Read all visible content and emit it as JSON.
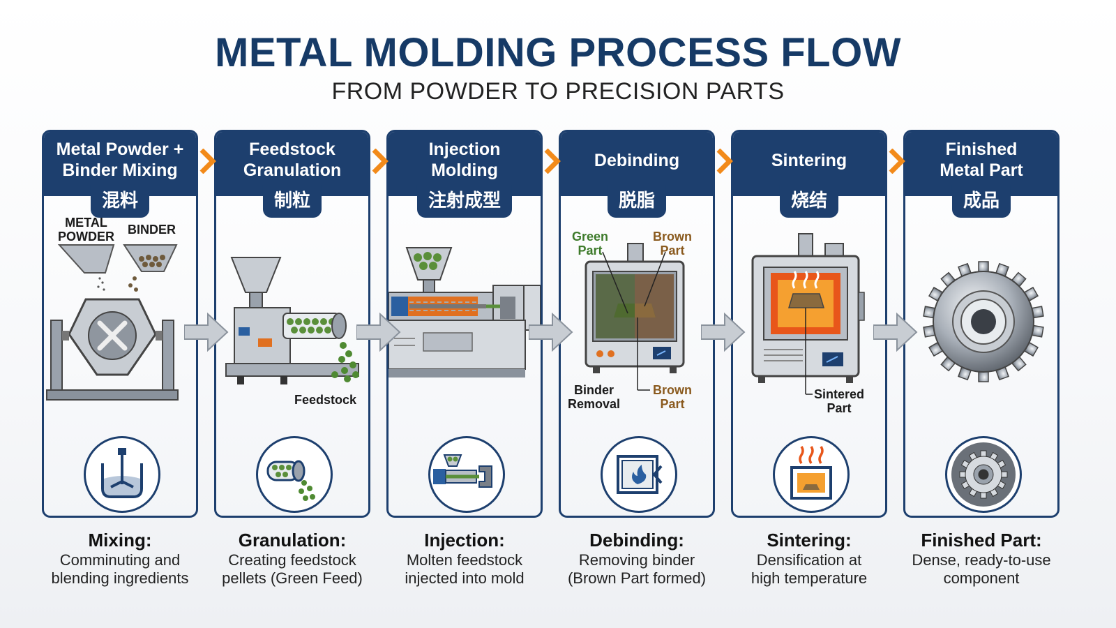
{
  "title": "METAL MOLDING PROCESS FLOW",
  "subtitle": "FROM POWDER TO PRECISION PARTS",
  "colors": {
    "navy": "#1d3f6e",
    "accent_orange": "#f28a1a",
    "feed_green": "#5a8f3a",
    "brown": "#8a5a1e"
  },
  "stages": [
    {
      "title_line1": "Metal Powder +",
      "title_line2": "Binder Mixing",
      "title_cn": "混料",
      "labels": {
        "metal_powder_1": "METAL",
        "metal_powder_2": "POWDER",
        "binder": "BINDER"
      },
      "icon": "mixer-tank-icon",
      "caption_title": "Mixing:",
      "caption_line1": "Comminuting and",
      "caption_line2": "blending ingredients"
    },
    {
      "title_line1": "Feedstock",
      "title_line2": "Granulation",
      "title_cn": "制粒",
      "labels": {
        "feedstock": "Feedstock"
      },
      "icon": "pellet-extruder-icon",
      "caption_title": "Granulation:",
      "caption_line1": "Creating feedstock",
      "caption_line2": "pellets (Green Feed)"
    },
    {
      "title_line1": "Injection",
      "title_line2": "Molding",
      "title_cn": "注射成型",
      "labels": {},
      "icon": "injection-mold-icon",
      "caption_title": "Injection:",
      "caption_line1": "Molten feedstock",
      "caption_line2": "injected into mold"
    },
    {
      "title_line1": "Debinding",
      "title_line2": "",
      "title_cn": "脱脂",
      "labels": {
        "green_1": "Green",
        "green_2": "Part",
        "brown_1": "Brown",
        "brown_2": "Part",
        "binder_1": "Binder",
        "binder_2": "Removal",
        "brown_b1": "Brown",
        "brown_b2": "Part"
      },
      "icon": "furnace-flame-icon",
      "caption_title": "Debinding:",
      "caption_line1": "Removing binder",
      "caption_line2": "(Brown Part formed)"
    },
    {
      "title_line1": "Sintering",
      "title_line2": "",
      "title_cn": "烧结",
      "labels": {
        "sintered_1": "Sintered",
        "sintered_2": "Part"
      },
      "icon": "sintering-oven-icon",
      "caption_title": "Sintering:",
      "caption_line1": "Densification at",
      "caption_line2": "high temperature"
    },
    {
      "title_line1": "Finished",
      "title_line2": "Metal Part",
      "title_cn": "成品",
      "labels": {},
      "icon": "gear-icon",
      "caption_title": "Finished Part:",
      "caption_line1": "Dense, ready-to-use",
      "caption_line2": "component"
    }
  ]
}
